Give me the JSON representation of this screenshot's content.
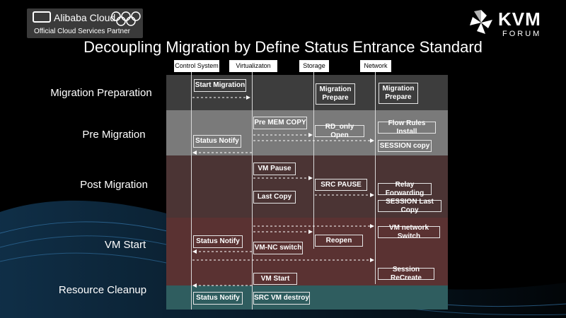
{
  "logos": {
    "partner_brand": "Alibaba Cloud",
    "partner_subtitle": "Official Cloud Services Partner",
    "kvm_name": "KVM",
    "kvm_sub": "FORUM"
  },
  "title": "Decoupling Migration by Define Status Entrance Standard",
  "columns": [
    "Control System",
    "Virtualizaton",
    "Storage",
    "Network"
  ],
  "phases": [
    "Migration Preparation",
    "Pre Migration",
    "Post Migration",
    "VM Start",
    "Resource Cleanup"
  ],
  "boxes": {
    "start_migration": "Start Migration",
    "storage_prepare": "Migration Prepare",
    "network_prepare": "Migration Prepare",
    "pre_mem_copy": "Pre MEM COPY",
    "rd_only_open": "RD_only Open",
    "flow_rules_install": "Flow Rules Install",
    "status_notify_1": "Status Notify",
    "session_copy": "SESSION copy",
    "vm_pause": "VM Pause",
    "src_pause": "SRC PAUSE",
    "relay_forwarding": "Relay Forwarding",
    "last_copy": "Last Copy",
    "session_last_copy": "SESSION Last Copy",
    "vm_network_switch": "VM network Switch",
    "status_notify_2": "Status Notify",
    "reopen": "Reopen",
    "vm_nc_switch": "VM-NC switch",
    "session_recreate": "Session ReCreate",
    "vm_start": "VM   Start",
    "status_notify_3": "Status Notify",
    "src_vm_destroy": "SRC VM destroy"
  }
}
